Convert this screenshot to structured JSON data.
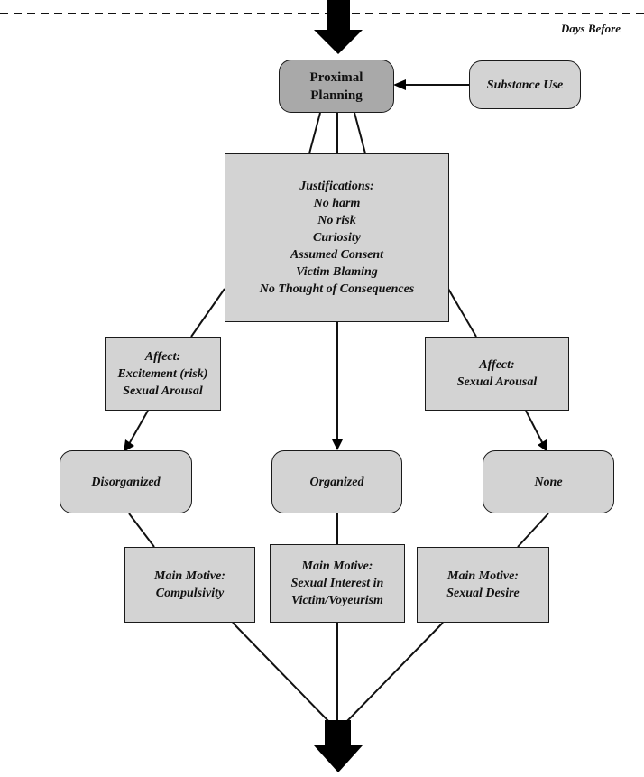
{
  "timeline": {
    "label": "Days Before"
  },
  "proximal_planning": {
    "lines": [
      "Proximal",
      "Planning"
    ]
  },
  "substance_use": {
    "label": "Substance Use"
  },
  "justifications": {
    "lines": [
      "Justifications:",
      "No harm",
      "No risk",
      "Curiosity",
      "Assumed Consent",
      "Victim Blaming",
      "No Thought of Consequences"
    ]
  },
  "affect_left": {
    "lines": [
      "Affect:",
      "Excitement (risk)",
      "Sexual Arousal"
    ]
  },
  "affect_right": {
    "lines": [
      "Affect:",
      "Sexual Arousal"
    ]
  },
  "planning_types": {
    "disorganized": "Disorganized",
    "organized": "Organized",
    "none": "None"
  },
  "motive_left": {
    "lines": [
      "Main Motive:",
      "Compulsivity"
    ]
  },
  "motive_center": {
    "lines": [
      "Main Motive:",
      "Sexual Interest in",
      "Victim/Voyeurism"
    ]
  },
  "motive_right": {
    "lines": [
      "Main Motive:",
      "Sexual Desire"
    ]
  },
  "colors": {
    "box_fill": "#d3d3d3",
    "highlight_fill": "#a9a9a9",
    "stroke": "#1a1a1a",
    "arrow": "#000000"
  }
}
